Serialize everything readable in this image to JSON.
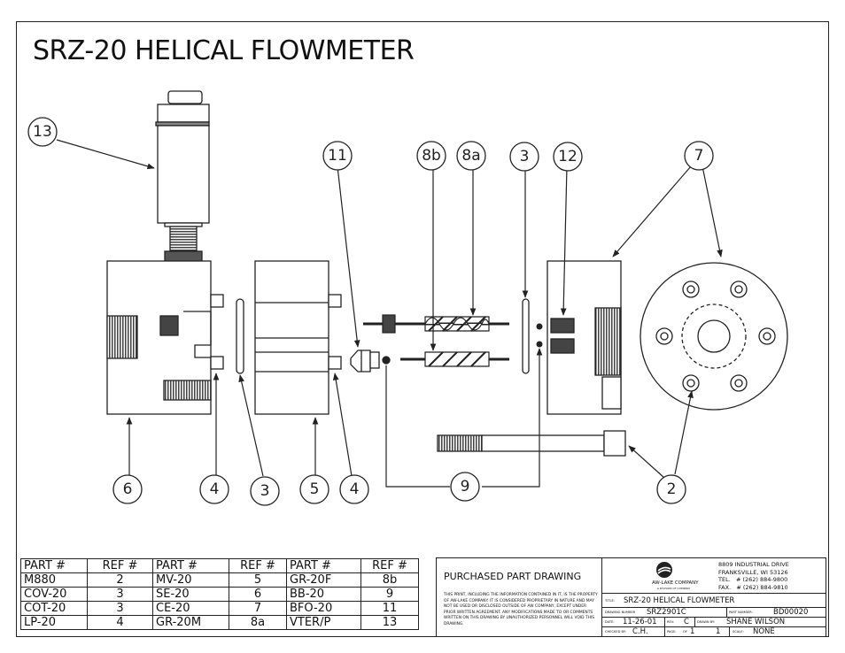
{
  "title": "SRZ-20 HELICAL FLOWMETER",
  "balloons": [
    "13",
    "11",
    "8b",
    "8a",
    "3",
    "12",
    "7",
    "6",
    "4",
    "3",
    "5",
    "4",
    "9",
    "2"
  ],
  "parts_table": {
    "headers": [
      "PART #",
      "REF #",
      "PART #",
      "REF #",
      "PART #",
      "REF #"
    ],
    "rows": [
      [
        "M880",
        "2",
        "MV-20",
        "5",
        "GR-20F",
        "8b"
      ],
      [
        "COV-20",
        "3",
        "SE-20",
        "6",
        "BB-20",
        "9"
      ],
      [
        "COT-20",
        "3",
        "CE-20",
        "7",
        "BFO-20",
        "11"
      ],
      [
        "LP-20",
        "4",
        "GR-20M",
        "8a",
        "VTER/P",
        "13"
      ]
    ]
  },
  "title_block": {
    "heading": "PURCHASED PART DRAWING",
    "disclaimer": "THIS PRINT, INCLUDING THE INFORMATION CONTAINED IN IT, IS THE PROPERTY OF AW-LAKE COMPANY. IT IS CONSIDERED PROPRIETARY IN NATURE AND MAY NOT BE USED OR DISCLOSED OUTSIDE OF AW COMPANY, EXCEPT UNDER PRIOR WRITTEN AGREEMENT. ANY MODIFICATIONS MADE TO OR COMMENTS WRITTEN ON THIS DRAWING BY UNAUTHORIZED PERSONNEL WILL VOID THIS DRAWING.",
    "company": "AW-LAKE COMPANY",
    "company_sub": "A DIVISION OF COMPANY",
    "address1": "8809 INDUSTRIAL DRIVE",
    "address2": "FRANKSVILLE, WI 53126",
    "tel_label": "TEL.",
    "tel": "# (262) 884-9800",
    "fax_label": "FAX.",
    "fax": "# (262) 884-9810",
    "title_label": "TITLE:",
    "title_value": "SRZ-20 HELICAL FLOWMETER",
    "drawing_number_label": "DRAWING NUMBER",
    "drawing_number": "SRZ2901C",
    "part_number_label": "PART NUMBER:",
    "part_number": "BD00020",
    "date_label": "DATE:",
    "date": "11-26-01",
    "rev_label": "REV:",
    "rev": "C",
    "drawn_by_label": "DRAWN BY:",
    "drawn_by": "SHANE WILSON",
    "checked_by_label": "CHECKED BY:",
    "checked_by": "C.H.",
    "page_label": "PAGE:",
    "page": "1",
    "of_label": "OF",
    "of_total": "1",
    "scale_label": "SCALE:",
    "scale": "NONE"
  },
  "colors": {
    "line": "#222222",
    "fill_dark": "#444444",
    "fill_light": "#dddddd"
  }
}
